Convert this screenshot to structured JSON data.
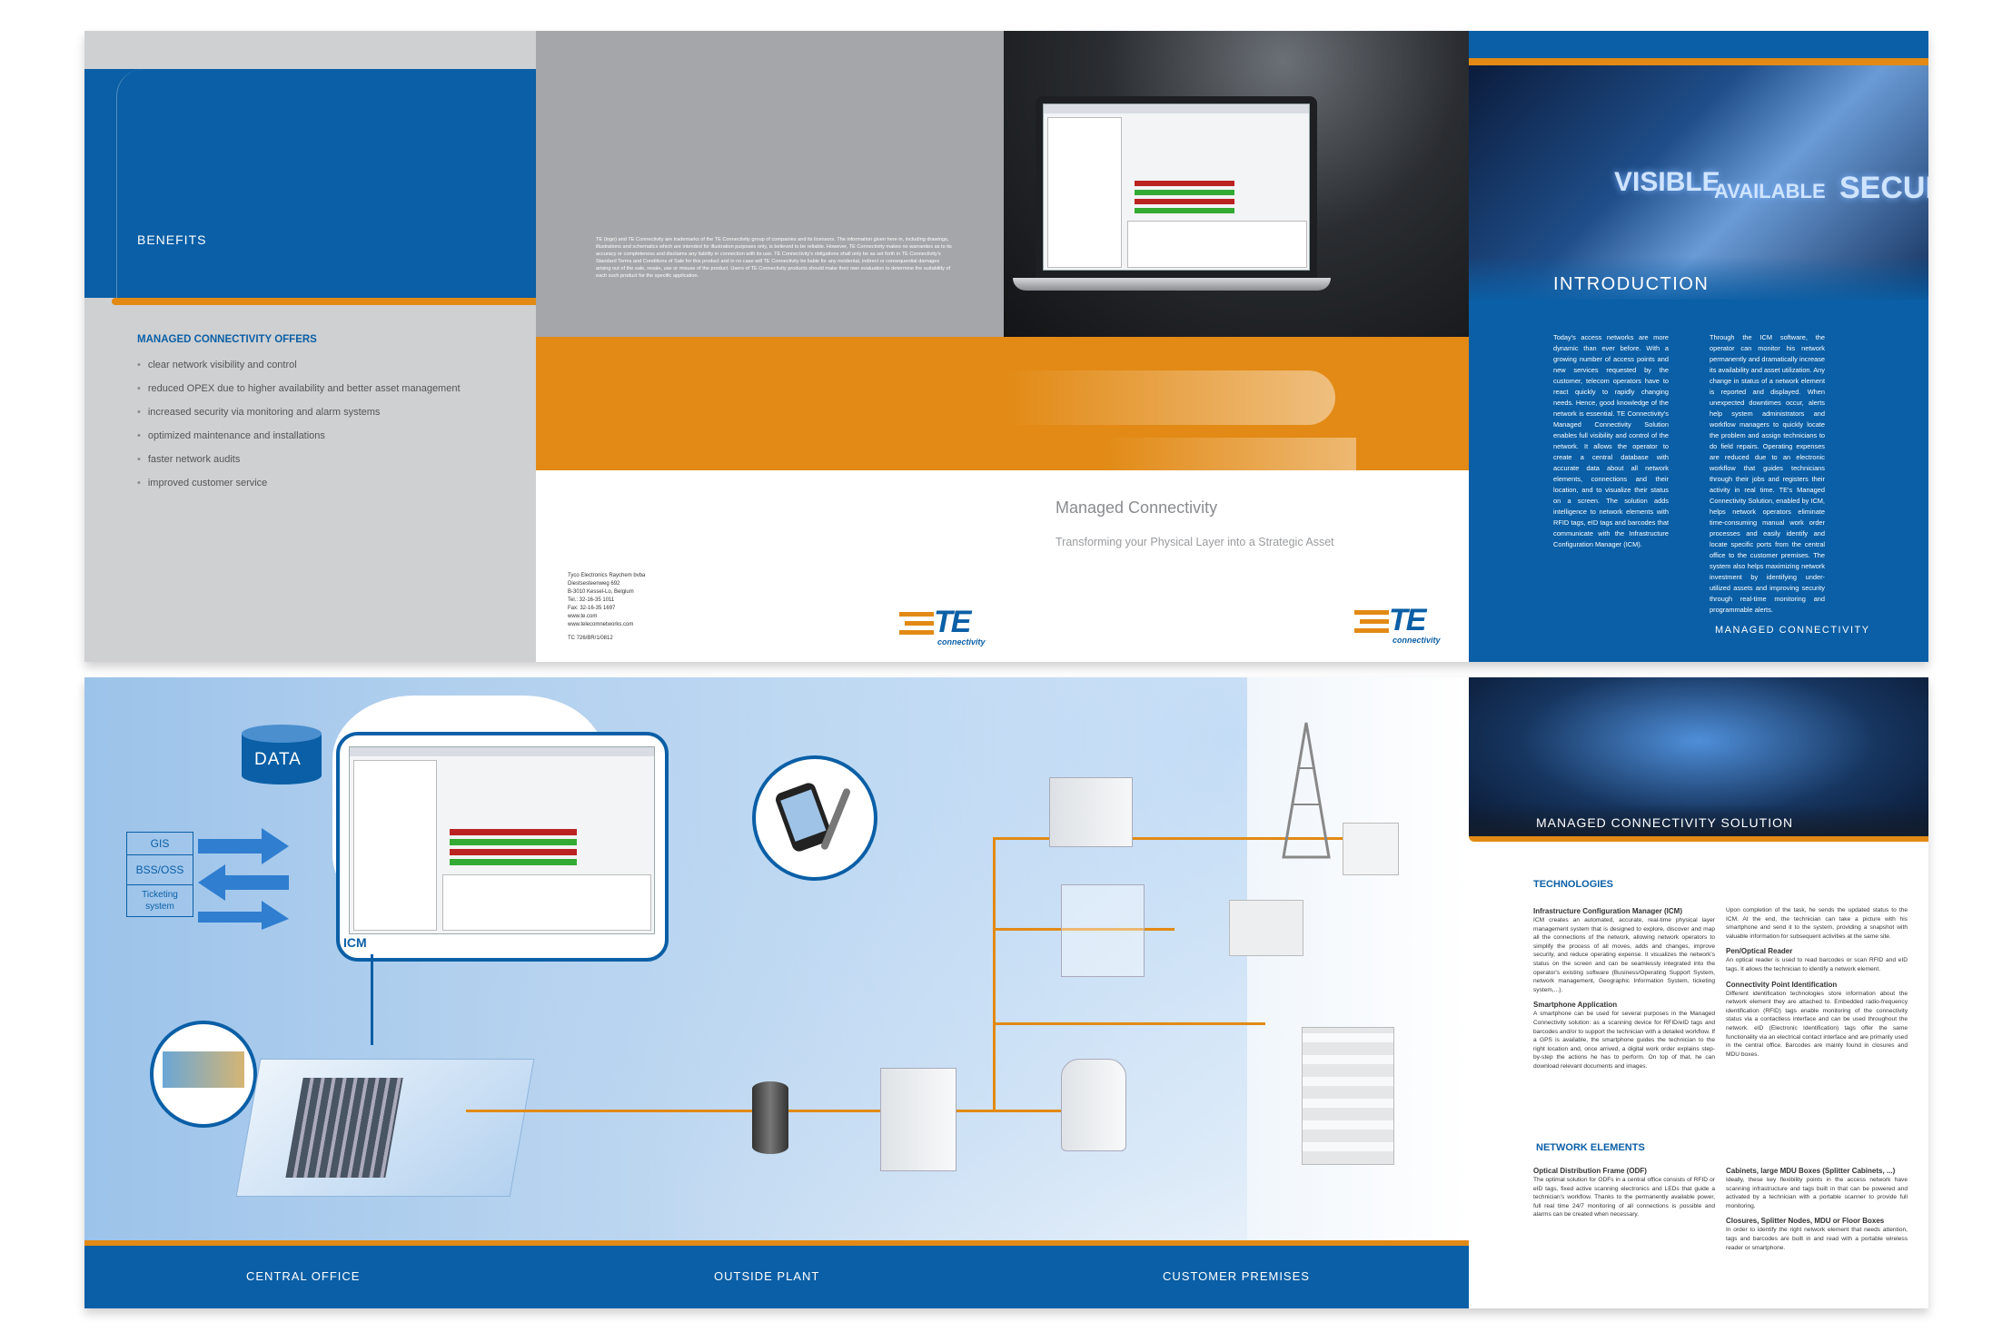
{
  "brochure_front": {
    "benefits_title": "BENEFITS",
    "offers_title": "MANAGED CONNECTIVITY OFFERS",
    "offers": [
      "clear network visibility and control",
      "reduced OPEX due to higher availability and better asset management",
      "increased security via monitoring and alarm systems",
      "optimized maintenance and installations",
      "faster network audits",
      "improved customer service"
    ],
    "legal_text": "TE (logo) and TE Connectivity are trademarks of the TE Connectivity group of companies and its licensors. The information given here in, including drawings, illustrations and schematics which are intended for illustration purposes only, is believed to be reliable. However, TE Connectivity makes no warranties as to its accuracy or completeness and disclaims any liability in connection with its use. TE Connectivity's obligations shall only be as set forth in TE Connectivity's Standard Terms and Conditions of Sale for this product and in no case will TE Connectivity be liable for any incidental, indirect or consequential damages arising out of the sale, resale, use or misuse of the product. Users of TE Connectivity products should make their own evaluation to determine the suitability of each such product for the specific application.",
    "address_lines": [
      "Tyco Electronics Raychem bvba",
      "Diestsesteenweg 692",
      "B-3010 Kessel-Lo, Belgium",
      "Tel.: 32-16-35 1011",
      "Fax: 32-16-35 1697",
      "www.te.com",
      "www.telecomnetworks.com",
      "",
      "TC 726/BR/1/0812"
    ],
    "cover_title": "Managed Connectivity",
    "cover_subtitle": "Transforming your Physical Layer into a Strategic Asset",
    "logo_text": "TE",
    "logo_sub": "connectivity",
    "intro_image_words": [
      "VISIBLE",
      "AVAILABLE",
      "SECUR"
    ],
    "intro_title": "INTRODUCTION",
    "intro_col1": "Today's access networks are more dynamic than ever before. With a growing number of access points and new services requested by the customer, telecom operators have to react quickly to rapidly changing needs. Hence, good knowledge of the network is essential. TE Connectivity's Managed Connectivity Solution enables full visibility and control of the network. It allows the operator to create a central database with accurate data about all network elements, connections and their location, and to visualize their status on a screen. The solution adds intelligence to network elements with RFID tags, eID tags and barcodes that communicate with the Infrastructure Configuration Manager (ICM).",
    "intro_col2": "Through the ICM software, the operator can monitor his network permanently and dramatically increase its availability and asset utilization. Any change in status of a network element is reported and displayed. When unexpected downtimes occur, alerts help system administrators and workflow managers to quickly locate the problem and assign technicians to do field repairs. Operating expenses are reduced due to an electronic workflow that guides technicians through their jobs and registers their activity in real time. TE's Managed Connectivity Solution, enabled by ICM, helps network operators eliminate time-consuming manual work order processes and easily identify and locate specific ports from the central office to the customer premises. The system also helps maximizing network investment by identifying under-utilized assets and improving security through real-time monitoring and programmable alerts.",
    "intro_footer": "MANAGED CONNECTIVITY"
  },
  "brochure_inside": {
    "data_label": "DATA",
    "icm_label": "ICM",
    "systems": [
      "GIS",
      "BSS/OSS",
      "Ticketing system"
    ],
    "zones": [
      "CENTRAL OFFICE",
      "OUTSIDE PLANT",
      "CUSTOMER PREMISES"
    ],
    "solution_title": "MANAGED CONNECTIVITY SOLUTION",
    "technologies_title": "TECHNOLOGIES",
    "tech_left": [
      {
        "h": "Infrastructure Configuration Manager (ICM)",
        "t": "ICM creates an automated, accurate, real-time physical layer management system that is designed to explore, discover and map all the connections of the network, allowing network operators to simplify the process of all moves, adds and changes, improve security, and reduce operating expense. It visualizes the network's status on the screen and can be seamlessly integrated into the operator's existing software (Business/Operating Support System, network management, Geographic Information System, ticketing system,...)."
      },
      {
        "h": "Smartphone Application",
        "t": "A smartphone can be used for several purposes in the Managed Connectivity solution: as a scanning device for RFID/eID tags and barcodes and/or to support the technician with a detailed workflow. If a GPS is available, the smartphone guides the technician to the right location and, once arrived, a digital work order explains step-by-step the actions he has to perform. On top of that, he can download relevant documents and images."
      }
    ],
    "tech_right": [
      {
        "h": "",
        "t": "Upon completion of the task, he sends the updated status to the ICM. At the end, the technician can take a picture with his smartphone and send it to the system, providing a snapshot with valuable information for subsequent activities at the same site."
      },
      {
        "h": "Pen/Optical Reader",
        "t": "An optical reader is used to read barcodes or scan RFID and eID tags. It allows the technician to identify a network element."
      },
      {
        "h": "Connectivity Point Identification",
        "t": "Different identification technologies store information about the network element they are attached to. Embedded radio-frequency identification (RFID) tags enable monitoring of the connectivity status via a contactless interface and can be used throughout the network. eID (Electronic Identification) tags offer the same functionality via an electrical contact interface and are primarily used in the central office. Barcodes are mainly found in closures and MDU boxes."
      }
    ],
    "network_title": "NETWORK ELEMENTS",
    "net_left": [
      {
        "h": "Optical Distribution Frame (ODF)",
        "t": "The optimal solution for ODFs in a central office consists of RFID or eID tags, fixed active scanning electronics and LEDs that guide a technician's workflow. Thanks to the permanently available power, full real time 24/7 monitoring of all connections is possible and alarms can be created when necessary."
      }
    ],
    "net_right": [
      {
        "h": "Cabinets, large MDU Boxes (Splitter Cabinets, ...)",
        "t": "Ideally, these key flexibility points in the access network have scanning infrastructure and tags built in that can be powered and activated by a technician with a portable scanner to provide full monitoring."
      },
      {
        "h": "Closures, Splitter Nodes, MDU or Floor Boxes",
        "t": "In order to identify the right network element that needs attention, tags and barcodes are built in and read with a portable wireless reader or smartphone."
      }
    ]
  },
  "colors": {
    "blue": "#0a5fa6",
    "orange": "#e28a15",
    "grey": "#cfd0d2"
  }
}
